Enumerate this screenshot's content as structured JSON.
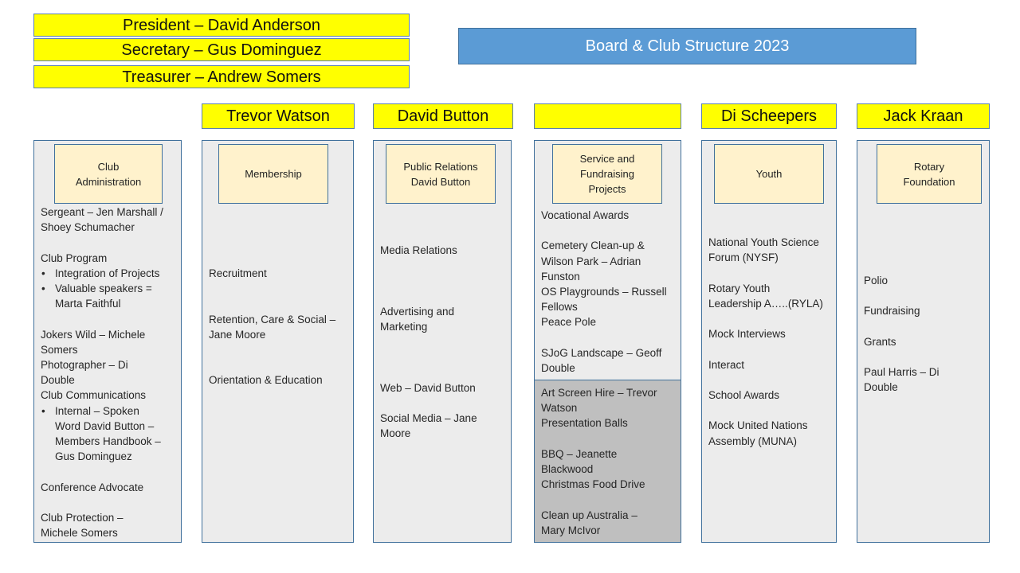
{
  "officers": [
    "President – David Anderson",
    "Secretary – Gus Dominguez",
    "Treasurer – Andrew Somers"
  ],
  "title": "Board & Club Structure 2023",
  "directors": [
    "Trevor Watson",
    "David Button",
    "",
    "Di Scheepers",
    "Jack Kraan"
  ],
  "columns": [
    {
      "portfolio_lines": [
        "Club",
        "Administration"
      ],
      "items": [
        "Sergeant – Jen Marshall /",
        "Shoey Schumacher",
        "Club Program",
        "Integration of Projects",
        "Valuable speakers =",
        "Marta Faithful",
        "Jokers Wild – Michele",
        "Somers",
        "Photographer – Di",
        "Double",
        "Club Communications",
        "Internal – Spoken",
        "Word David Button –",
        "Members Handbook –",
        "Gus Dominguez",
        "Conference Advocate",
        "Club Protection –",
        "Michele Somers"
      ]
    },
    {
      "portfolio_lines": [
        "Membership"
      ],
      "items": [
        "Recruitment",
        "Retention, Care & Social –",
        "Jane Moore",
        "Orientation & Education"
      ]
    },
    {
      "portfolio_lines": [
        "Public Relations",
        "David Button"
      ],
      "items": [
        "Media Relations",
        "Advertising and",
        "Marketing",
        "Web – David Button",
        "Social Media – Jane",
        "Moore"
      ]
    },
    {
      "portfolio_lines": [
        "Service and",
        "Fundraising",
        "Projects"
      ],
      "items": [
        "Vocational Awards",
        "Cemetery Clean-up &",
        "Wilson Park – Adrian",
        "Funston",
        "OS Playgrounds – Russell",
        "Fellows",
        "Peace Pole",
        "SJoG Landscape – Geoff",
        "Double"
      ],
      "lower_items": [
        "Art Screen Hire – Trevor",
        "Watson",
        "Presentation Balls",
        "BBQ – Jeanette",
        "Blackwood",
        "Christmas Food Drive",
        "Clean up Australia –",
        "Mary McIvor"
      ]
    },
    {
      "portfolio_lines": [
        "Youth"
      ],
      "items": [
        "National Youth Science",
        "Forum  (NYSF)",
        "Rotary Youth",
        "Leadership A…..(RYLA)",
        "Mock Interviews",
        "Interact",
        "School Awards",
        "Mock United Nations",
        "Assembly (MUNA)"
      ]
    },
    {
      "portfolio_lines": [
        "Rotary",
        "Foundation"
      ],
      "items": [
        "Polio",
        "Fundraising",
        "Grants",
        "Paul Harris – Di",
        "Double"
      ]
    }
  ],
  "colors": {
    "officer_fill": "#ffff00",
    "title_fill": "#5b9bd5",
    "column_fill": "#ececec",
    "portfolio_fill": "#fff2cc",
    "lower_section_fill": "#bfbfbf",
    "border": "#41719c"
  }
}
